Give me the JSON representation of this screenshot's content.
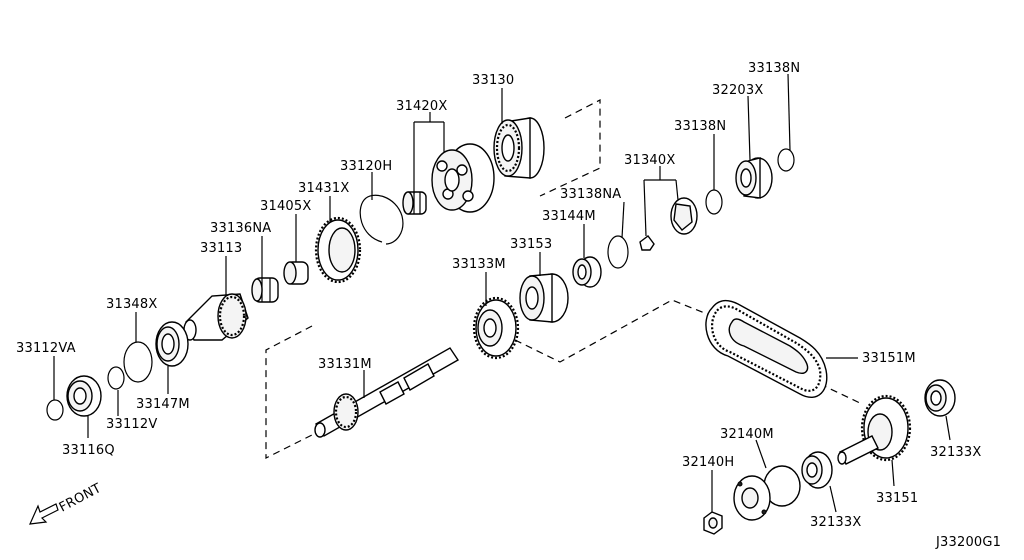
{
  "labels": {
    "p33130": "33130",
    "p31420x": "31420X",
    "p33138n_top": "33138N",
    "p32203x": "32203X",
    "p33138n_mid": "33138N",
    "p31340x": "31340X",
    "p33120h": "33120H",
    "p31431x": "31431X",
    "p31405x": "31405X",
    "p33138na": "33138NA",
    "p33144m": "33144M",
    "p33136na": "33136NA",
    "p33153": "33153",
    "p33113": "33113",
    "p33133m": "33133M",
    "p31348x": "31348X",
    "p33112va": "33112VA",
    "p33131m": "33131M",
    "p33151m": "33151M",
    "p33147m": "33147M",
    "p33112v": "33112V",
    "p33116q": "33116Q",
    "p32140m": "32140M",
    "p32140h": "32140H",
    "p32133x_right": "32133X",
    "p33151": "33151",
    "p32133x_bottom": "32133X",
    "front": "FRONT",
    "code": "J33200G1"
  }
}
